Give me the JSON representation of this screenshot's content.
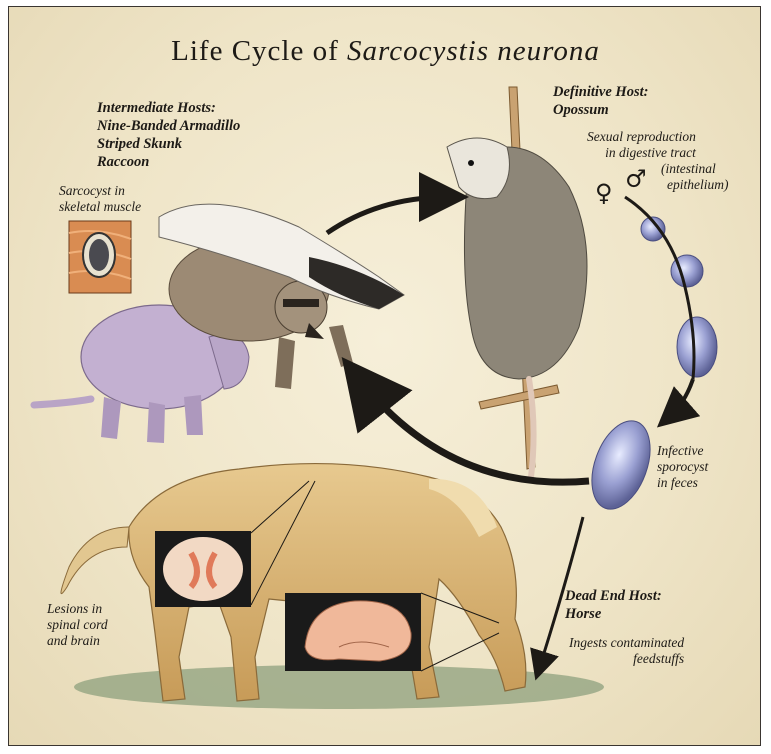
{
  "title_plain": "Life Cycle of ",
  "title_italic": "Sarcocystis neurona",
  "intermediate": {
    "heading": "Intermediate Hosts:",
    "hosts": [
      "Nine-Banded Armadillo",
      "Striped Skunk",
      "Raccoon"
    ]
  },
  "sarcocyst": [
    "Sarcocyst in",
    "skeletal muscle"
  ],
  "definitive": {
    "heading": "Definitive Host:",
    "name": "Opossum"
  },
  "sexual": [
    "Sexual reproduction",
    "in digestive tract",
    "(intestinal",
    "epithelium)"
  ],
  "symbols": {
    "female": "♀",
    "male": "♂"
  },
  "sporocyst": [
    "Infective",
    "sporocyst",
    "in feces"
  ],
  "dead_end": {
    "heading": "Dead End Host:",
    "name": "Horse",
    "ingests": [
      "Ingests contaminated",
      "feedstuffs"
    ]
  },
  "lesions": [
    "Lesions in",
    "spinal cord",
    "and brain"
  ],
  "colors": {
    "background": "#efe5c8",
    "arrow": "#1d1a16",
    "horse": "#d9b777",
    "cyst": "#7e84b8"
  }
}
